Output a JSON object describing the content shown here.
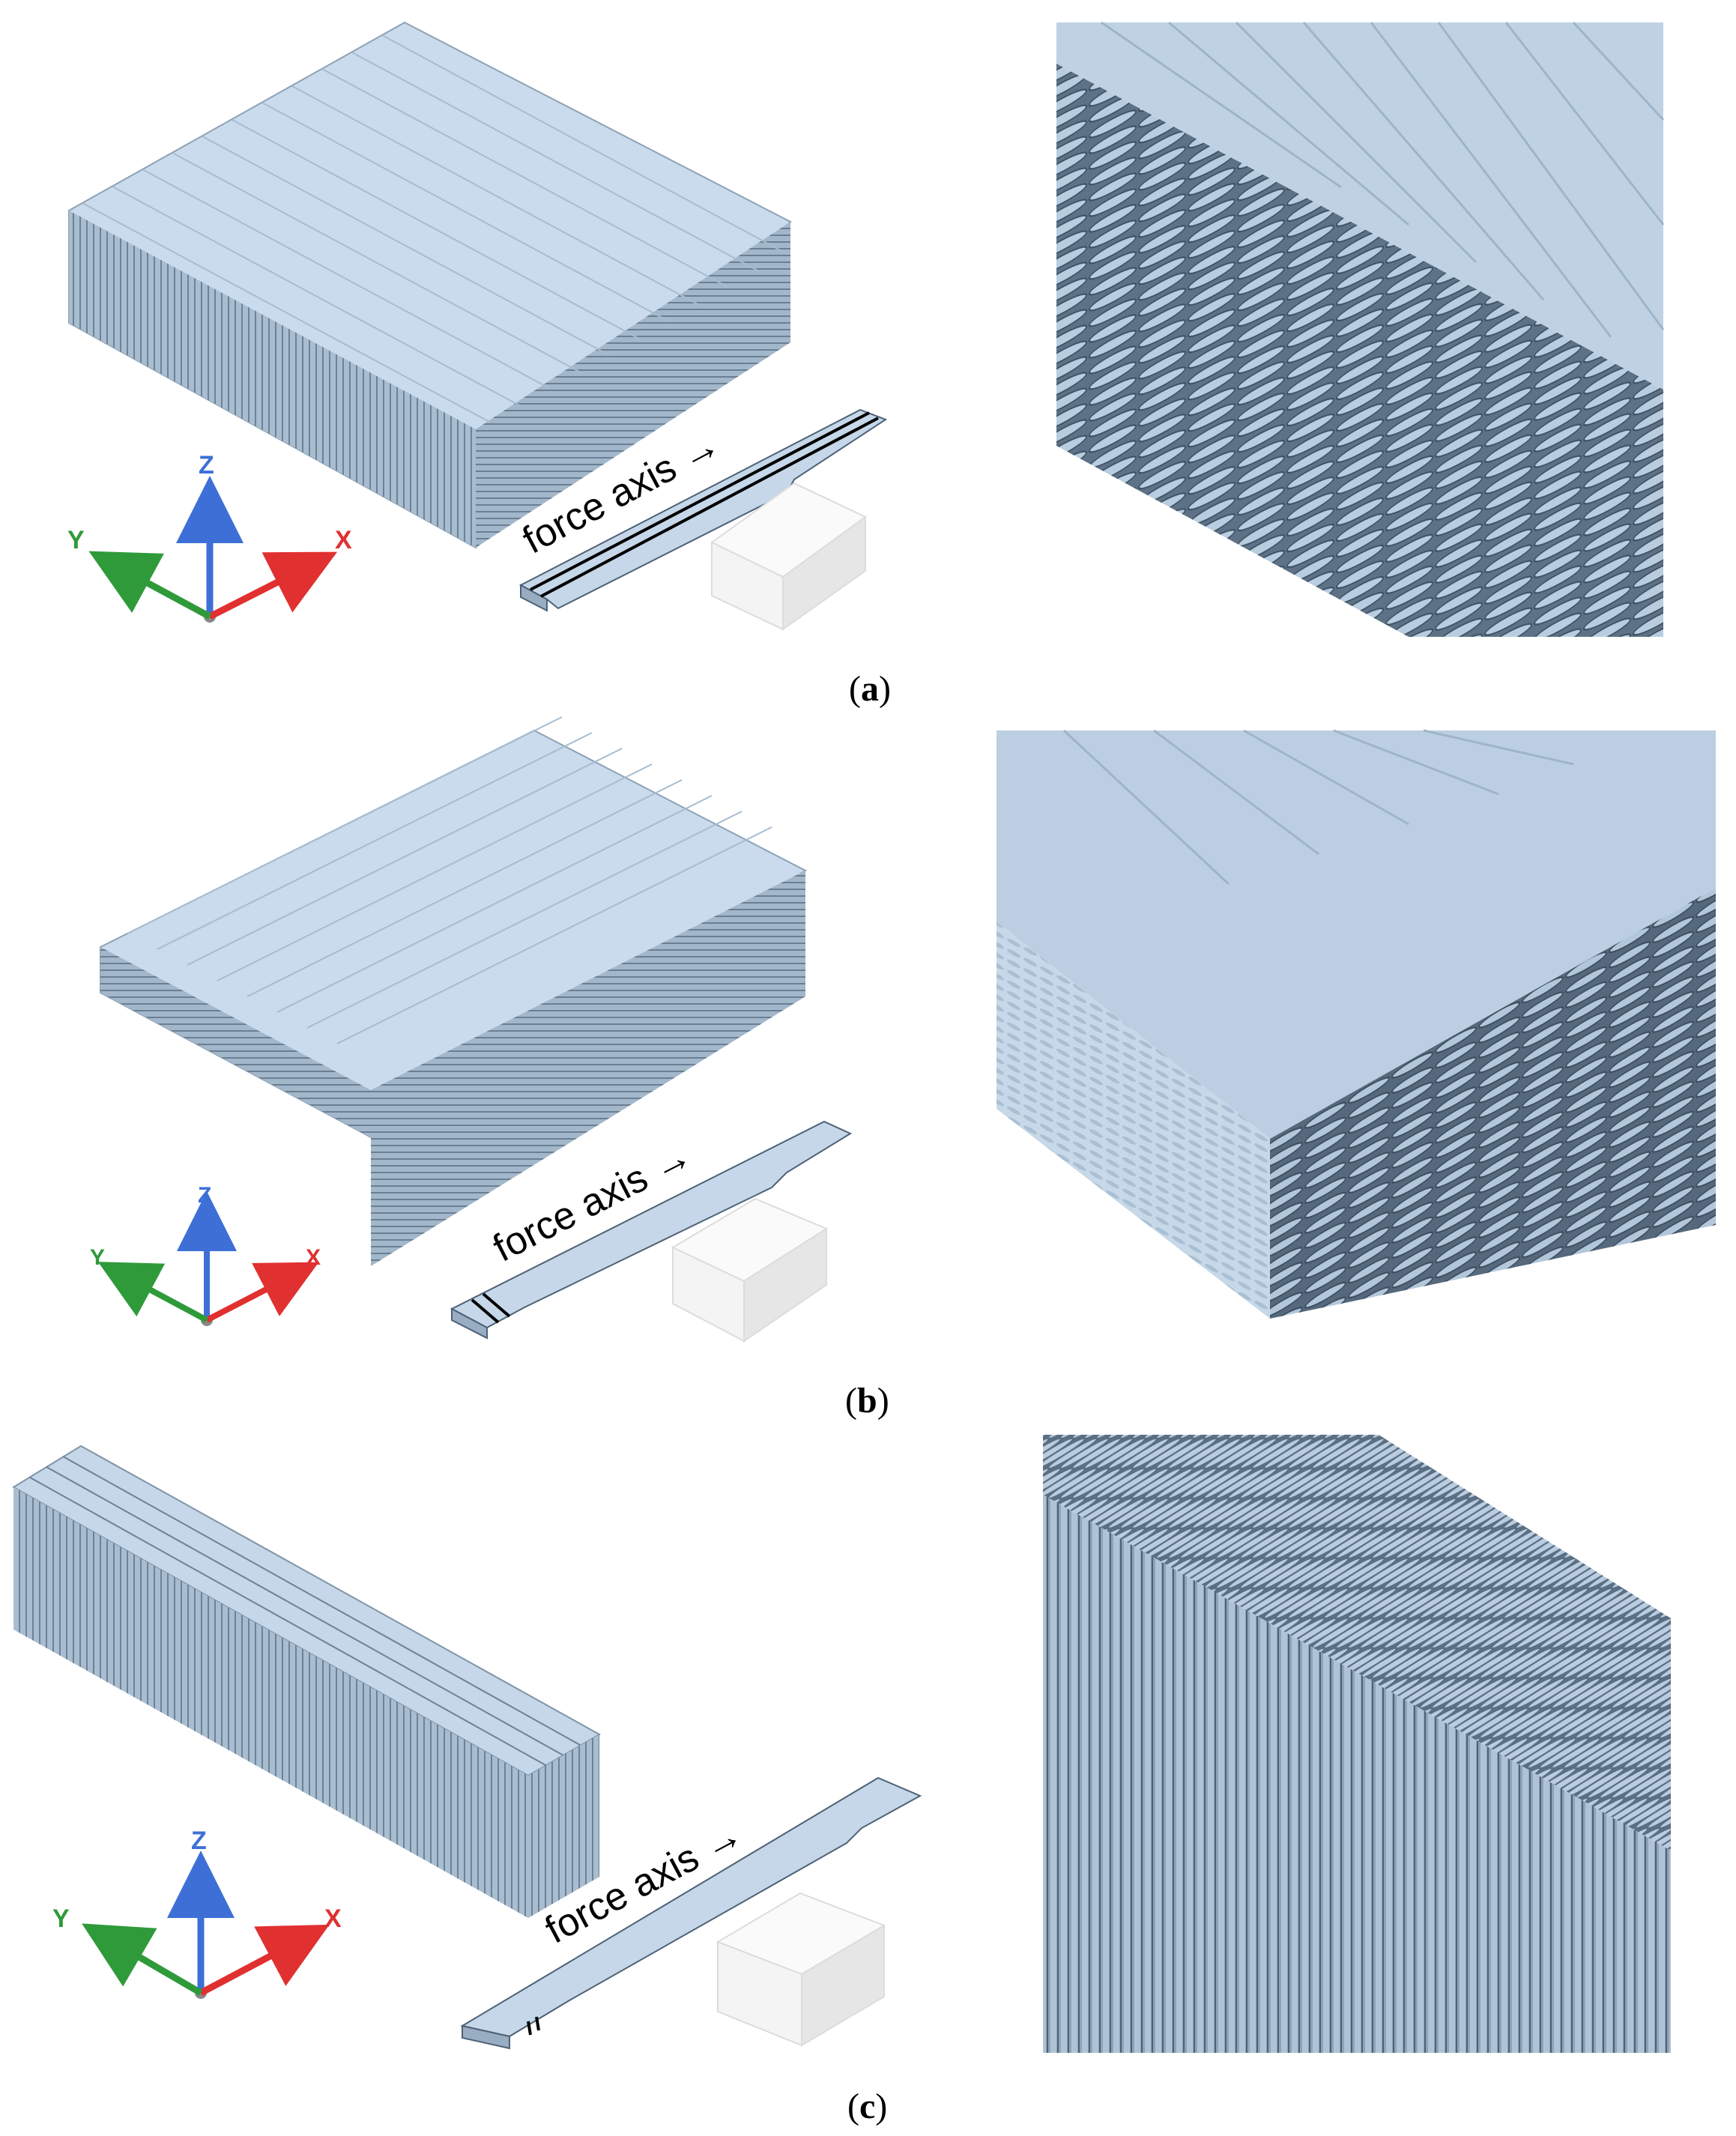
{
  "panels": [
    {
      "id": "a",
      "force_label": "force axis →",
      "axes": {
        "x": "X",
        "y": "Y",
        "z": "Z"
      }
    },
    {
      "id": "b",
      "force_label": "force axis →",
      "axes": {
        "x": "X",
        "y": "Y",
        "z": "Z"
      }
    },
    {
      "id": "c",
      "force_label": "force axis →",
      "axes": {
        "x": "X",
        "y": "Y",
        "z": "Z"
      }
    }
  ],
  "colors": {
    "block_top": "#c8d9ea",
    "block_side": "#98adc2",
    "block_line": "#6f8396",
    "axis_x": "#e03030",
    "axis_y": "#2f9a3a",
    "axis_z": "#3d6fd6"
  }
}
